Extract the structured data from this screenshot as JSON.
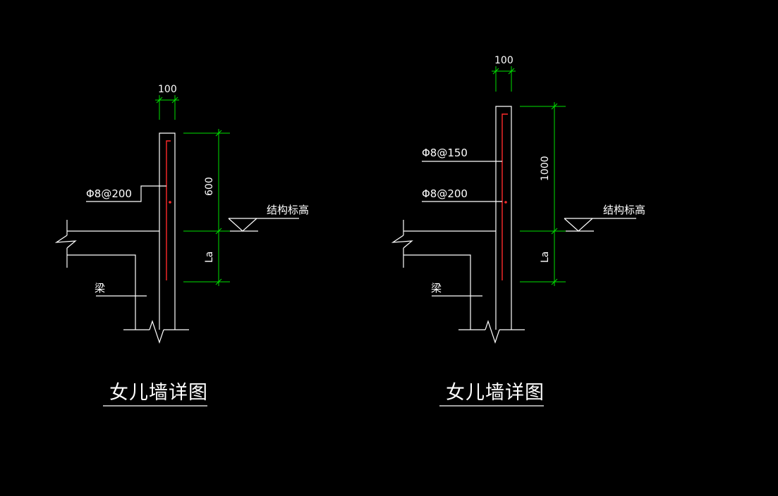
{
  "details": [
    {
      "top_width_dim": "100",
      "height_dim": "600",
      "anchor_dim": "La",
      "rebar_labels": [
        "Φ8@200"
      ],
      "beam_label": "梁",
      "elevation_label": "结构标高",
      "title": "女儿墙详图"
    },
    {
      "top_width_dim": "100",
      "height_dim": "1000",
      "anchor_dim": "La",
      "rebar_labels": [
        "Φ8@150",
        "Φ8@200"
      ],
      "beam_label": "梁",
      "elevation_label": "结构标高",
      "title": "女儿墙详图"
    }
  ],
  "colors": {
    "background": "#000000",
    "outline": "#ffffff",
    "dimension": "#00e000",
    "rebar": "#ff2a2a"
  }
}
